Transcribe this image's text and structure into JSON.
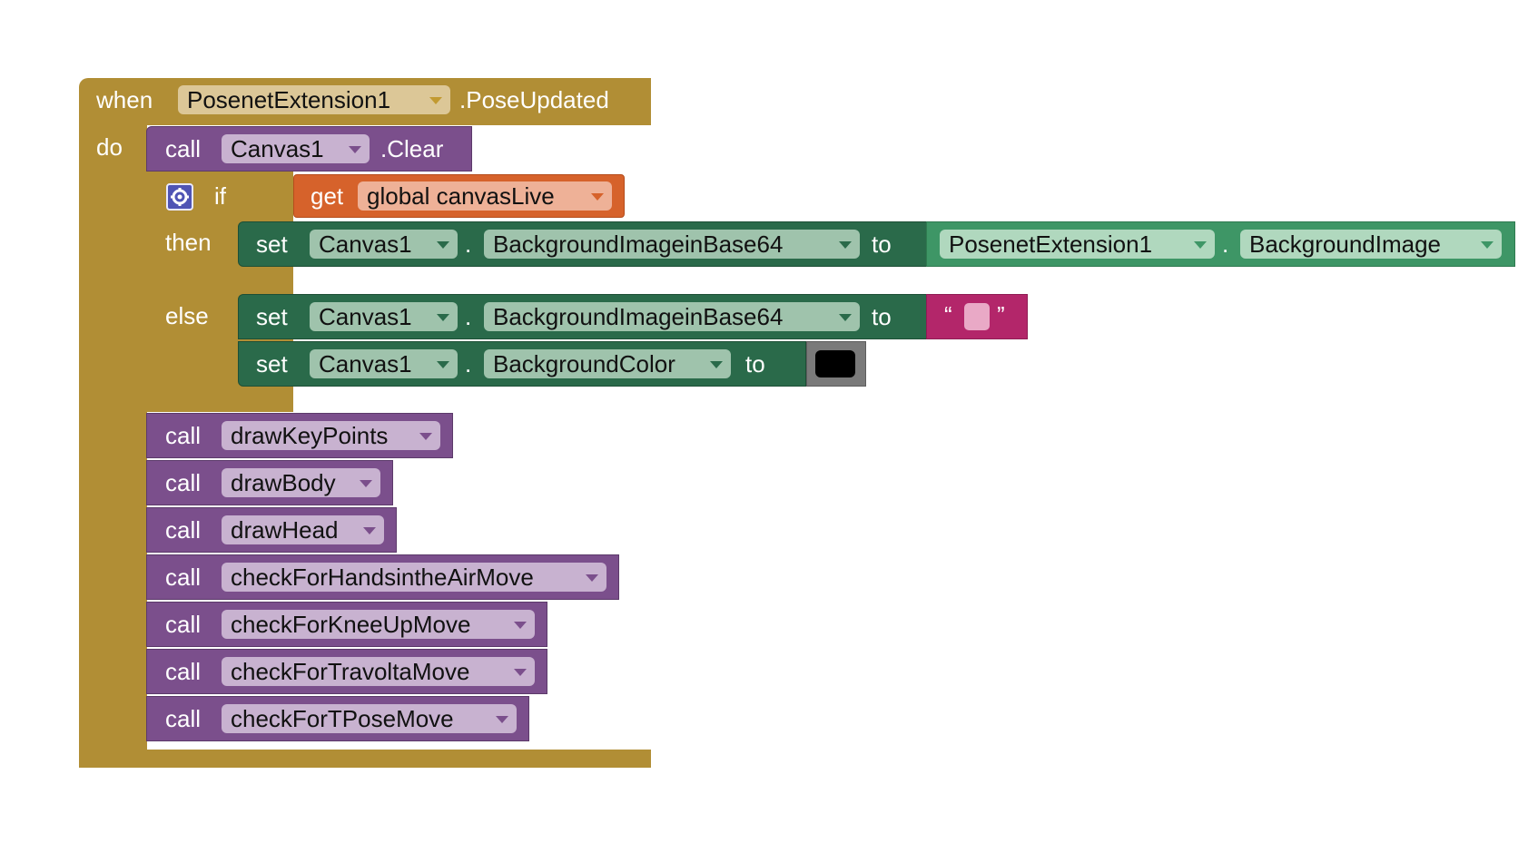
{
  "event": {
    "when_label": "when",
    "component": "PosenetExtension1",
    "event_name": ".PoseUpdated",
    "do_label": "do"
  },
  "statements": {
    "clear": {
      "call_label": "call",
      "component": "Canvas1",
      "method": ".Clear"
    },
    "ifelse": {
      "if_label": "if",
      "then_label": "then",
      "else_label": "else",
      "condition": {
        "get_label": "get",
        "variable": "global canvasLive"
      },
      "then_set": {
        "set_label": "set",
        "component": "Canvas1",
        "dot": ".",
        "property": "BackgroundImageinBase64",
        "to_label": "to",
        "value": {
          "component": "PosenetExtension1",
          "dot": ".",
          "property": "BackgroundImage"
        }
      },
      "else_set1": {
        "set_label": "set",
        "component": "Canvas1",
        "dot": ".",
        "property": "BackgroundImageinBase64",
        "to_label": "to",
        "value": {
          "open_quote": "“",
          "close_quote": "”",
          "text": ""
        }
      },
      "else_set2": {
        "set_label": "set",
        "component": "Canvas1",
        "dot": ".",
        "property": "BackgroundColor",
        "to_label": "to",
        "value": {
          "color": "#000000"
        }
      }
    },
    "calls": [
      {
        "call_label": "call",
        "procedure": "drawKeyPoints"
      },
      {
        "call_label": "call",
        "procedure": "drawBody"
      },
      {
        "call_label": "call",
        "procedure": "drawHead"
      },
      {
        "call_label": "call",
        "procedure": "checkForHandsintheAirMove"
      },
      {
        "call_label": "call",
        "procedure": "checkForKneeUpMove"
      },
      {
        "call_label": "call",
        "procedure": "checkForTravoltaMove"
      },
      {
        "call_label": "call",
        "procedure": "checkForTPoseMove"
      }
    ]
  },
  "colors": {
    "event": "#b18e35",
    "procedure": "#7b4f8c",
    "setter": "#2a6a4a",
    "getter": "#3e9666",
    "variable": "#d6622b",
    "text": "#b3266a",
    "mutator_icon": "#4f54b4"
  },
  "icons": {
    "mutator": "gear-icon",
    "dropdown": "chevron-down-icon"
  }
}
